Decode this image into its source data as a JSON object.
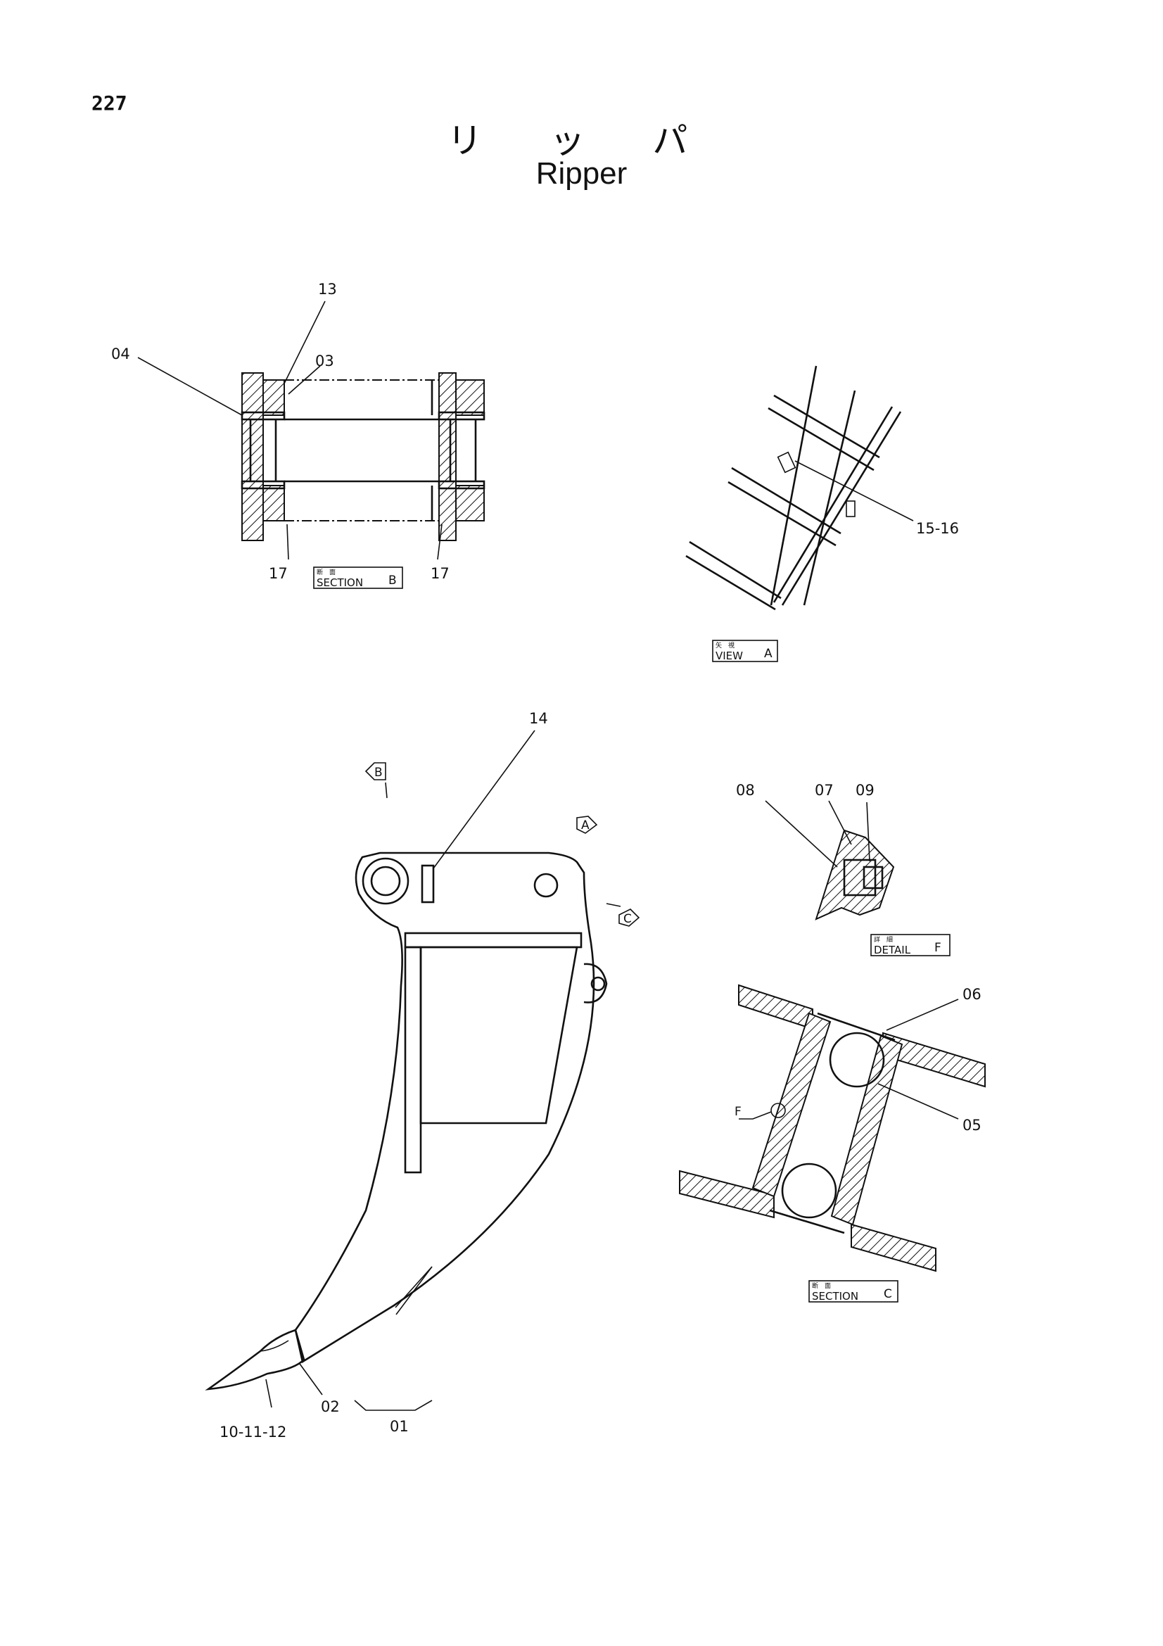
{
  "page_number": "227",
  "title": {
    "japanese": "リ ッ パ",
    "english": "Ripper"
  },
  "views": {
    "section_b": {
      "tag_jp": "断　面",
      "tag_en": "SECTION",
      "letter": "B",
      "callouts": [
        "13",
        "04",
        "03",
        "17",
        "17"
      ]
    },
    "view_a": {
      "tag_jp": "矢　視",
      "tag_en": "VIEW",
      "letter": "A",
      "callouts": [
        "15-16"
      ]
    },
    "detail_f": {
      "tag_jp": "詳　細",
      "tag_en": "DETAIL",
      "letter": "F",
      "callouts": [
        "08",
        "07",
        "09"
      ]
    },
    "section_c": {
      "tag_jp": "断　面",
      "tag_en": "SECTION",
      "letter": "C",
      "callouts": [
        "06",
        "05"
      ],
      "marker": "F"
    },
    "main_view": {
      "callouts": [
        "14",
        "02",
        "01",
        "10-11-12"
      ],
      "markers": [
        "B",
        "A",
        "C"
      ]
    }
  }
}
